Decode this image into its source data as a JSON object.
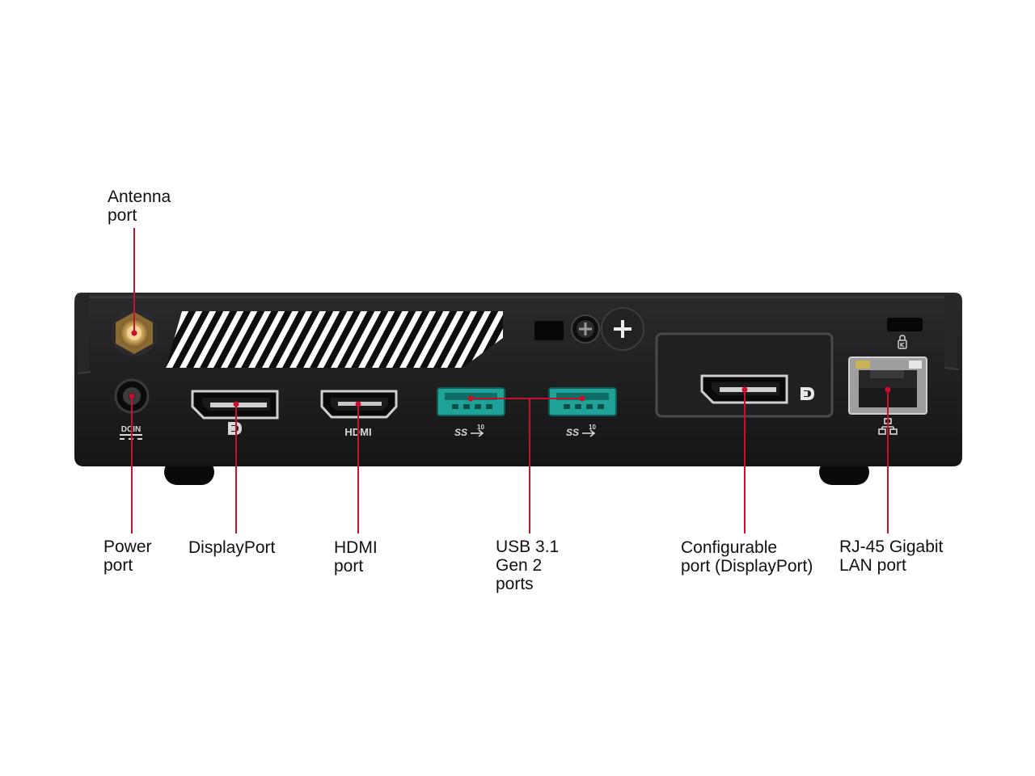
{
  "labels": {
    "antenna": [
      "Antenna",
      "port"
    ],
    "power": [
      "Power",
      "port"
    ],
    "displayport": [
      "DisplayPort"
    ],
    "hdmi": [
      "HDMI",
      "port"
    ],
    "usb": [
      "USB 3.1",
      "Gen 2",
      "ports"
    ],
    "configurable": [
      "Configurable",
      "port (DisplayPort)"
    ],
    "lan": [
      "RJ-45 Gigabit",
      "LAN port"
    ]
  },
  "device_markings": {
    "dcin": "DCIN",
    "hdmi": "HDMI",
    "usb_left": "SS",
    "usb_left_sup": "10",
    "usb_right": "SS",
    "usb_right_sup": "10"
  },
  "colors": {
    "leader_line": "#c8102e",
    "chassis": "#1c1c1e",
    "usb_port": "#1fa398",
    "antenna_gold": "#c9a25a"
  },
  "icons": [
    "displayport-logo-icon",
    "kensington-lock-icon",
    "ethernet-network-icon",
    "screw-icon",
    "usb-superspeed-icon"
  ]
}
